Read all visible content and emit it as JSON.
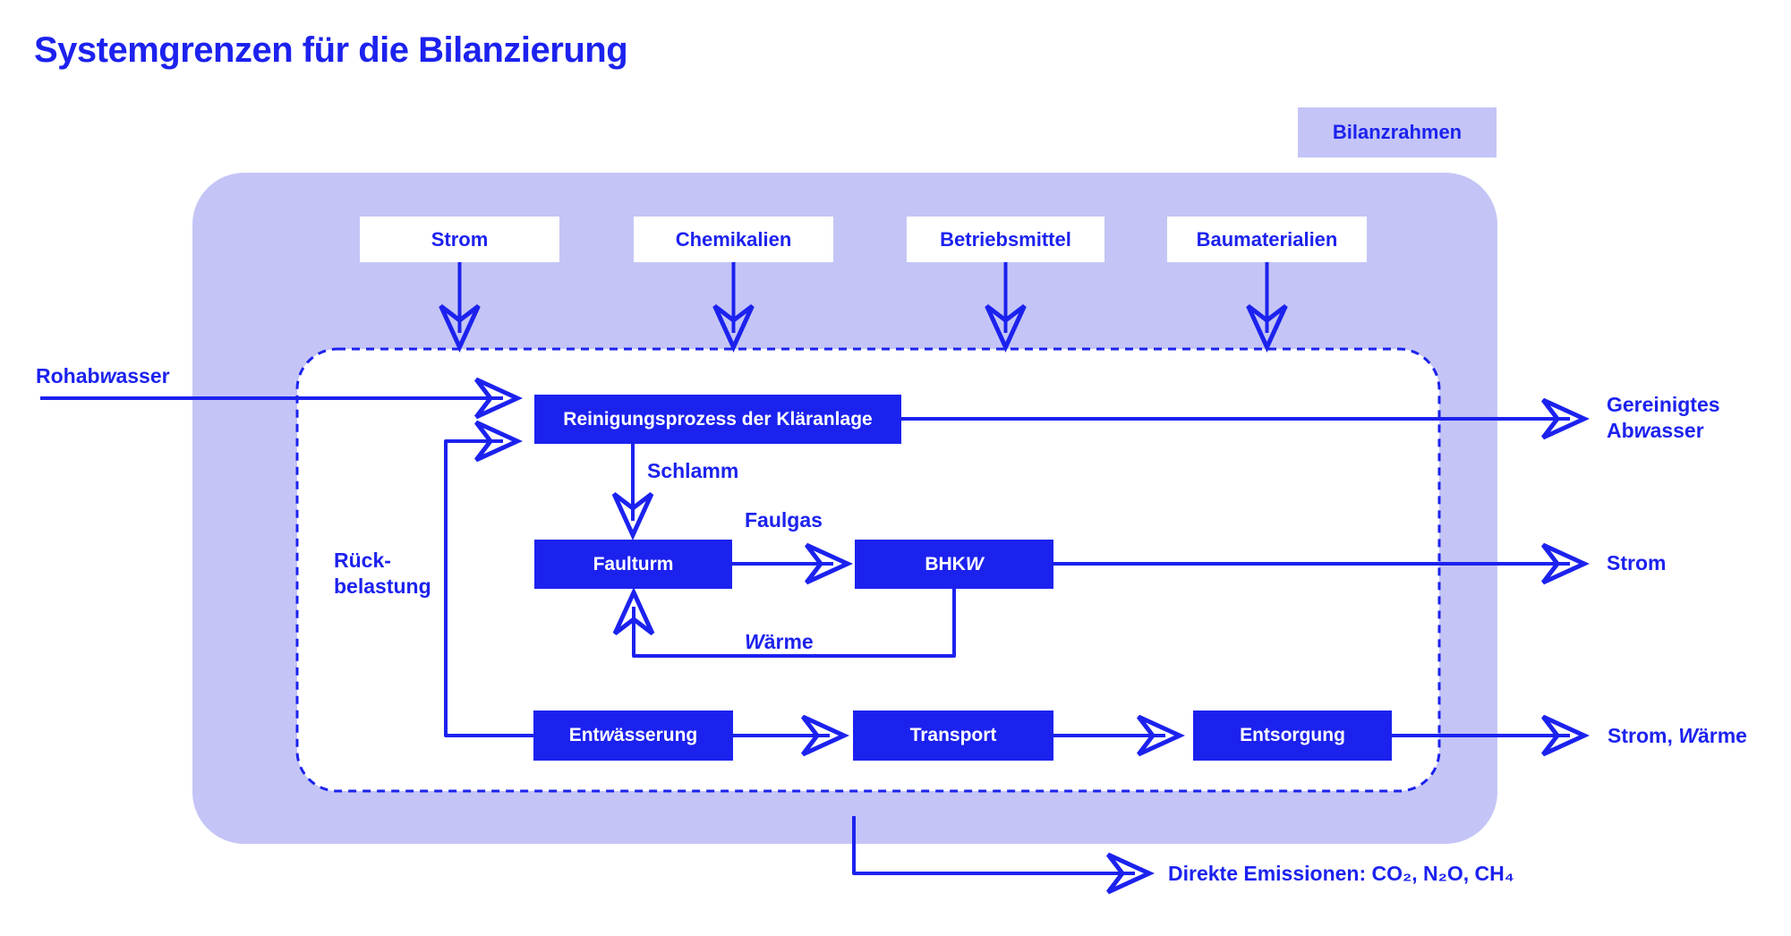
{
  "title": "Systemgrenzen für die Bilanzierung",
  "legend": {
    "label": "Bilanzrahmen"
  },
  "inputs": [
    {
      "label": "Strom"
    },
    {
      "label": "Chemikalien"
    },
    {
      "label": "Betriebsmittel"
    },
    {
      "label": "Baumaterialien"
    }
  ],
  "flows": {
    "rohabwasser": "Rohabwasser",
    "schlamm": "Schlamm",
    "faulgas": "Faulgas",
    "waerme": "Wärme",
    "rueckbelastung": "Rück-belastung"
  },
  "processes": {
    "reinigung": "Reinigungsprozess der Kläranlage",
    "faulturm": "Faulturm",
    "bhkw": "BHKW",
    "entwaesserung": "Entwässerung",
    "transport": "Transport",
    "entsorgung": "Entsorgung"
  },
  "outputs": {
    "gereinigtes_abwasser": "Gereinigtes Abwasser",
    "strom": "Strom",
    "strom_waerme": "Strom, Wärme",
    "direkte_emissionen": "Direkte Emissionen: CO₂, N₂O, CH₄"
  },
  "colors": {
    "blue": "#1c22ee",
    "purple": "#c4c5f6"
  }
}
